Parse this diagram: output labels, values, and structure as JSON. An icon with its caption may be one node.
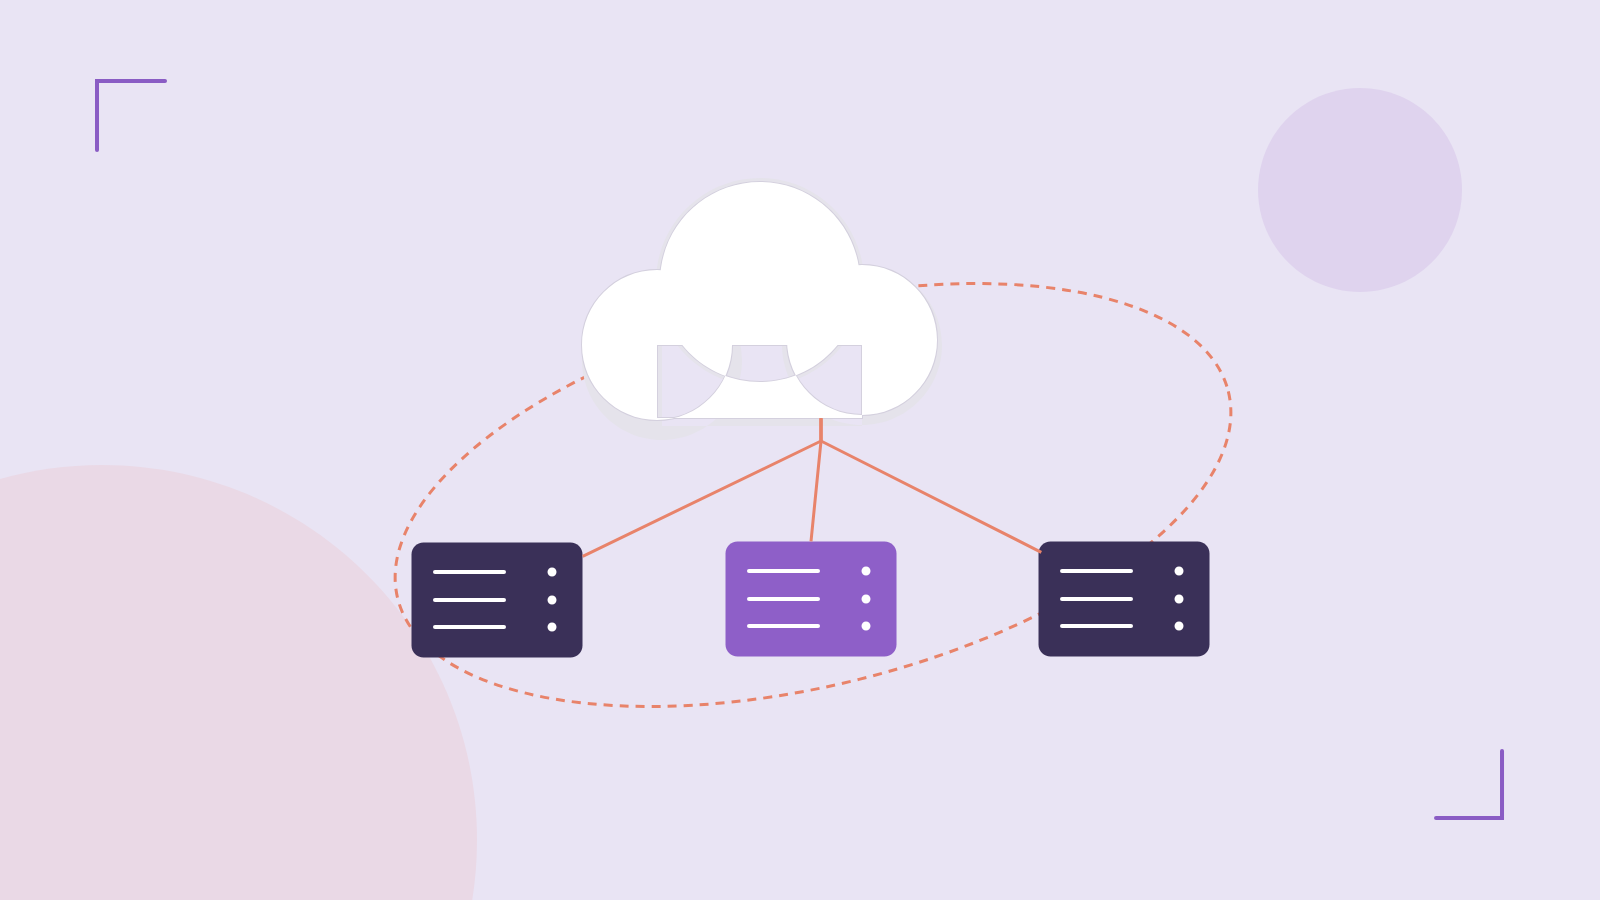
{
  "diagram": {
    "nodes": [
      {
        "text": [],
        "shape": "cloud"
      },
      {
        "text": [],
        "shape": "box"
      },
      {
        "text": [],
        "shape": "box"
      },
      {
        "text": [],
        "shape": "box"
      }
    ],
    "edges": [
      {
        "from": 0,
        "to": 1,
        "arrow": "none"
      },
      {
        "from": 0,
        "to": 2,
        "arrow": "none"
      },
      {
        "from": 0,
        "to": 3,
        "arrow": "none"
      }
    ]
  }
}
